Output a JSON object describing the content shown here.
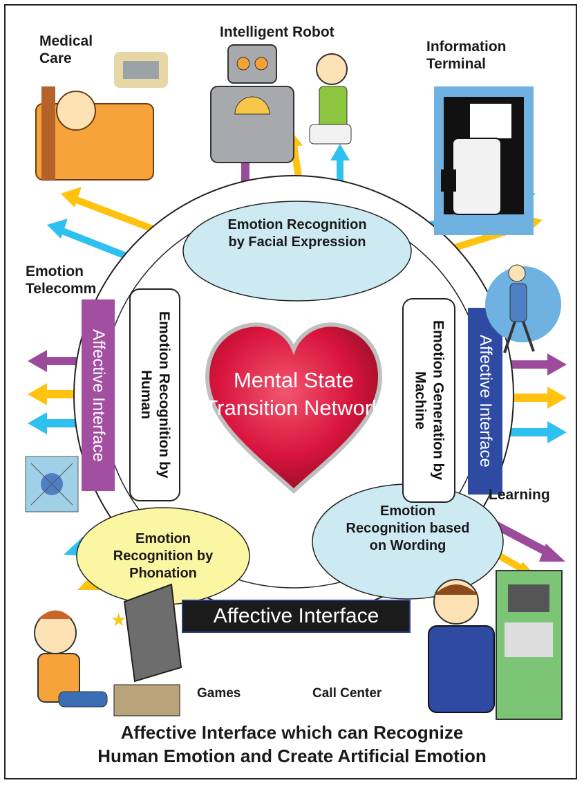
{
  "colors": {
    "purple": "#9b4a9c",
    "yellow": "#ffc20e",
    "cyan": "#2ec0ee",
    "heart": "#d8143c",
    "bar_left": "#a24ea1",
    "bar_right": "#2f4aa3",
    "oval_blue": "#cdeaf2",
    "oval_yellow": "#fbf6a2"
  },
  "center": {
    "heart_text": "Mental State Transition Network"
  },
  "ovals": {
    "facial": "Emotion Recognition by Facial Expression",
    "phonation": "Emotion Recognition by Phonation",
    "wording": "Emotion Recognition based on Wording"
  },
  "boxes": {
    "human": "Emotion Recognition by Human",
    "machine": "Emotion Generation by Machine"
  },
  "bars": {
    "left": "Affective Interface",
    "right": "Affective Interface",
    "bottom": "Affective Interface"
  },
  "applications": {
    "medical": "Medical Care",
    "robot": "Intelligent Robot",
    "terminal": "Information Terminal",
    "telecom": "Emotion Telecomm",
    "learning": "Learning",
    "games": "Games",
    "callcenter": "Call Center"
  },
  "caption": {
    "line1": "Affective Interface which can Recognize",
    "line2": "Human Emotion  and Create Artificial Emotion"
  }
}
